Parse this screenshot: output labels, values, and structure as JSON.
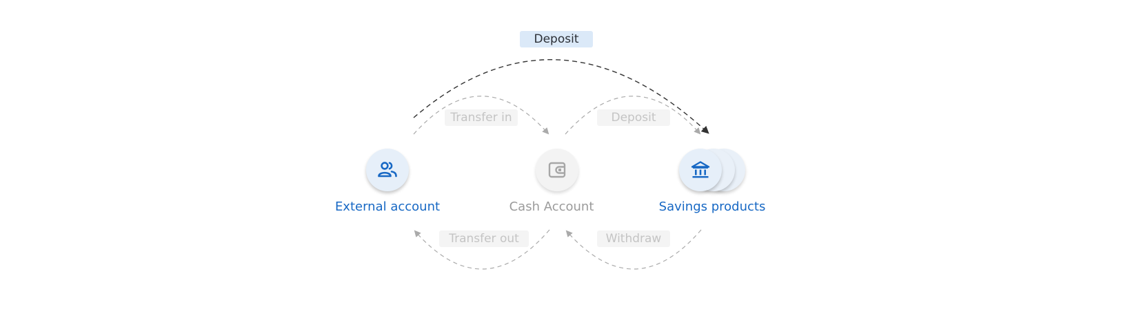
{
  "colors": {
    "accent": "#1768c4",
    "muted_text": "#9b9b9b",
    "active_pill_bg": "#dbe9f8",
    "muted_pill_bg": "#f4f4f4",
    "active_arrow": "#333333",
    "muted_arrow": "#aaaaaa"
  },
  "edges": {
    "deposit_top": "Deposit",
    "transfer_in": "Transfer in",
    "deposit": "Deposit",
    "transfer_out": "Transfer out",
    "withdraw": "Withdraw"
  },
  "nodes": {
    "external": {
      "label": "External account",
      "icon": "people-icon"
    },
    "cash": {
      "label": "Cash Account",
      "icon": "wallet-icon"
    },
    "savings": {
      "label": "Savings products",
      "icon": "bank-icon"
    }
  }
}
